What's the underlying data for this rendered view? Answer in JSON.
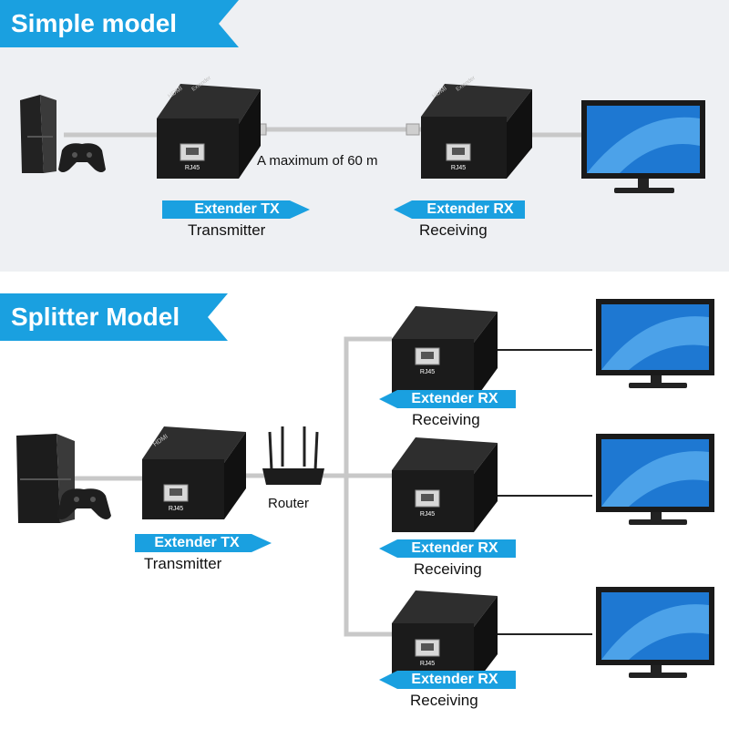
{
  "simple": {
    "title": "Simple model",
    "distance_note": "A maximum of 60 m",
    "tx": {
      "badge": "Extender TX",
      "caption": "Transmitter"
    },
    "rx": {
      "badge": "Extender RX",
      "caption": "Receiving"
    }
  },
  "splitter": {
    "title": "Splitter Model",
    "router_label": "Router",
    "tx": {
      "badge": "Extender TX",
      "caption": "Transmitter"
    },
    "receivers": [
      {
        "badge": "Extender RX",
        "caption": "Receiving"
      },
      {
        "badge": "Extender RX",
        "caption": "Receiving"
      },
      {
        "badge": "Extender RX",
        "caption": "Receiving"
      }
    ]
  },
  "device": {
    "port_label": "RJ45",
    "brand": "HDMI",
    "model_text": "Extender"
  },
  "colors": {
    "accent": "#1aa0e0",
    "device_body": "#1b1b1b",
    "cable": "#c8c8c8",
    "screen": "#1e78d2"
  }
}
